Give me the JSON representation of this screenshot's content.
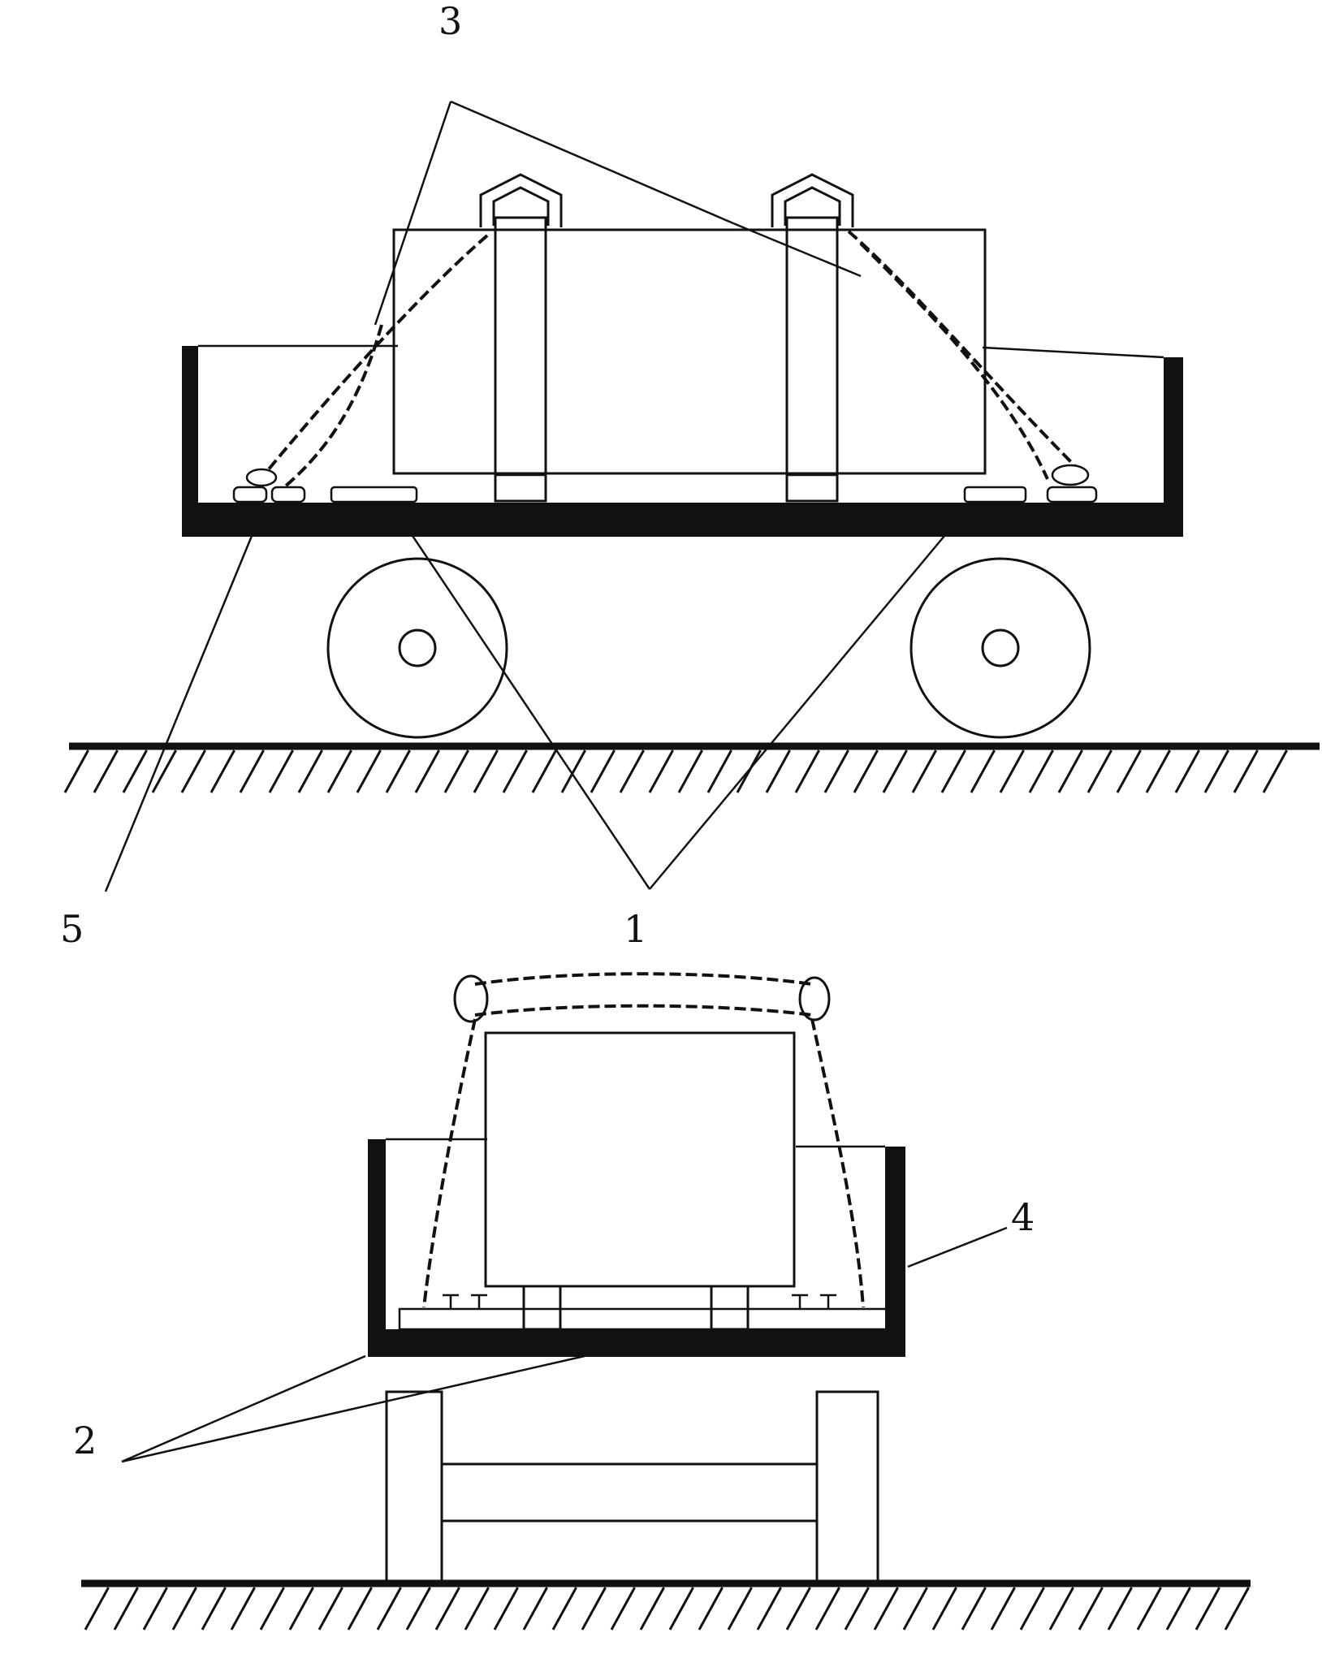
{
  "figure": {
    "labels": {
      "label_1": "1",
      "label_2": "2",
      "label_3": "3",
      "label_4": "4",
      "label_5": "5"
    }
  }
}
